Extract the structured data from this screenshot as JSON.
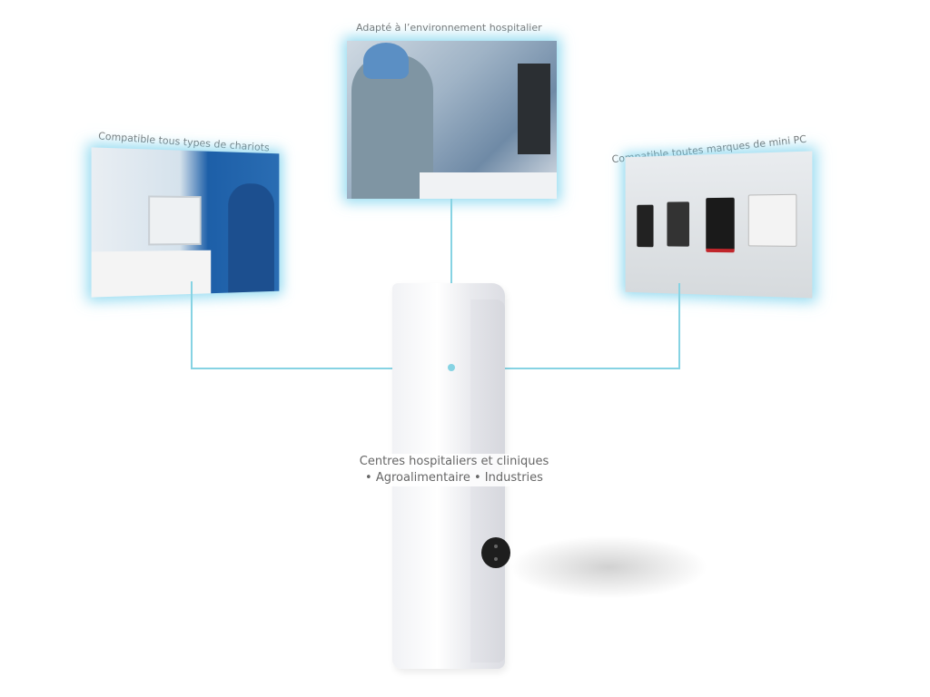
{
  "labels": {
    "center": "Adapté à l’environnement hospitalier",
    "left": "Compatible tous types de chariots",
    "right": "Compatible toutes marques de mini PC"
  },
  "caption": {
    "line1": "Centres hospitaliers et cliniques",
    "line2": "• Agroalimentaire • Industries"
  },
  "colors": {
    "connector": "#86d3e3",
    "glow": "#6ecdeb"
  }
}
